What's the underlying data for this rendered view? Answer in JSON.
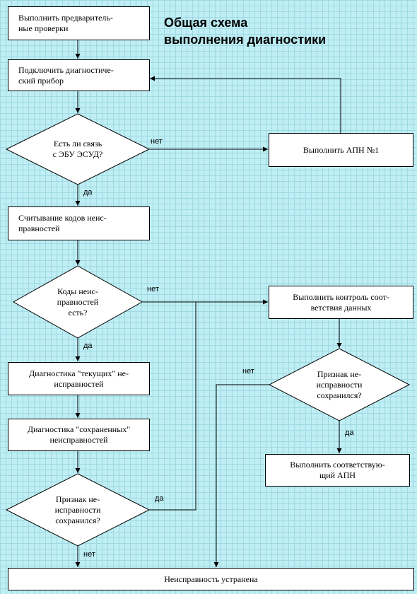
{
  "title": {
    "line1": "Общая схема",
    "line2": "выполнения диагностики"
  },
  "nodes": {
    "precheck": [
      "Выполнить предваритель-",
      "ные проверки"
    ],
    "connect": [
      "Подключить диагностиче-",
      "ский прибор"
    ],
    "link_q": [
      "Есть ли связь",
      "с ЭБУ ЭСУД?"
    ],
    "apn1": [
      "Выполнить АПН №1"
    ],
    "read_codes": [
      "Считывание кодов неис-",
      "правностей"
    ],
    "codes_q": [
      "Коды неис-",
      "правностей",
      "есть?"
    ],
    "data_check": [
      "Выполнить контроль соот-",
      "ветствия данных"
    ],
    "sign_q_right": [
      "Признак не-",
      "исправности",
      "сохранился?"
    ],
    "current": [
      "Диагностика \"текущих\" не-",
      "исправностей"
    ],
    "saved": [
      "Диагностика \"сохраненных\"",
      "неисправностей"
    ],
    "do_apn": [
      "Выполнить соответствую-",
      "щий АПН"
    ],
    "sign_q_left": [
      "Признак не-",
      "исправности",
      "сохранился?"
    ],
    "fixed": [
      "Неисправность устранена"
    ]
  },
  "labels": {
    "no1": "нет",
    "yes1": "да",
    "no2": "нет",
    "yes2": "да",
    "no3": "нет",
    "yes3": "да",
    "yes4": "да",
    "no4": "нет"
  },
  "colors": {
    "background": "#bfeef4",
    "grid": "#9fd9e2",
    "box": "#ffffff",
    "line": "#000000"
  }
}
